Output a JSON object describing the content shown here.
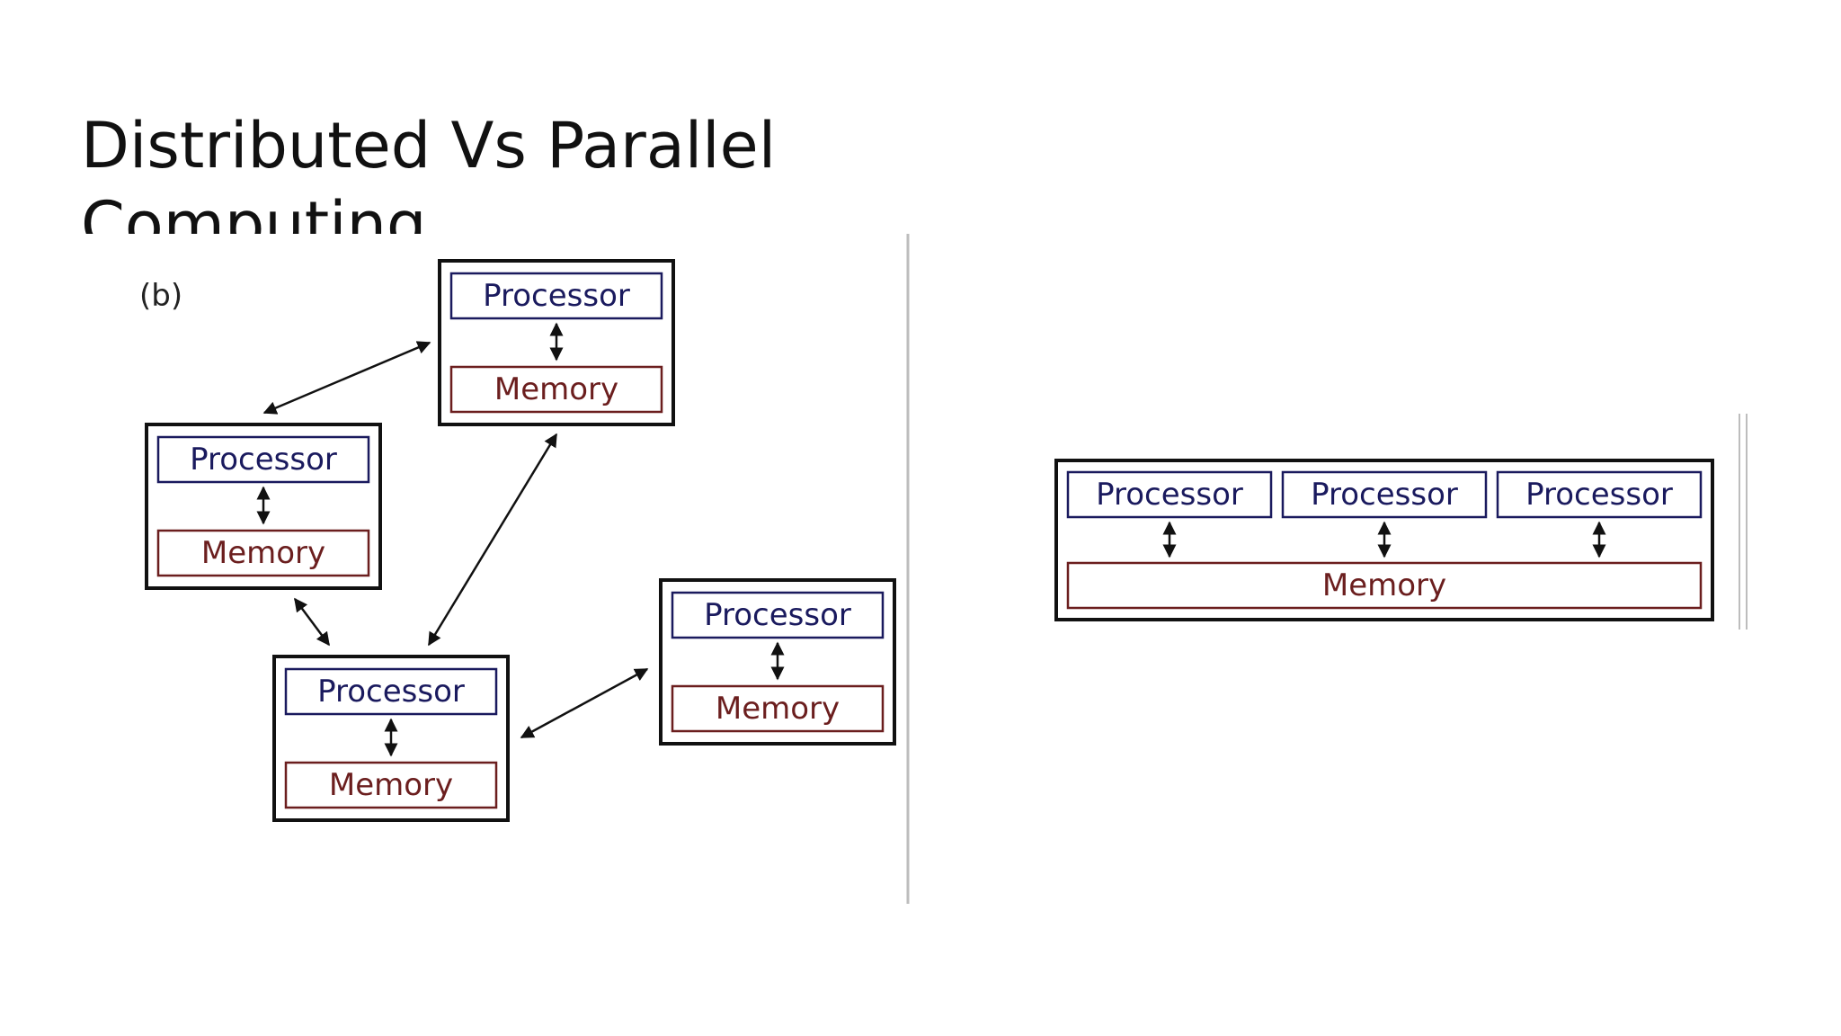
{
  "title": "Distributed Vs Parallel Computing",
  "colors": {
    "processor": "#1a1a5e",
    "memory": "#6b1e1e",
    "border": "#111111",
    "separator": "#bdbdbd"
  },
  "distributed": {
    "label": "(b)",
    "nodes": [
      {
        "processor": "Processor",
        "memory": "Memory"
      },
      {
        "processor": "Processor",
        "memory": "Memory"
      },
      {
        "processor": "Processor",
        "memory": "Memory"
      },
      {
        "processor": "Processor",
        "memory": "Memory"
      }
    ]
  },
  "parallel": {
    "processors": [
      "Processor",
      "Processor",
      "Processor"
    ],
    "memory": "Memory"
  }
}
